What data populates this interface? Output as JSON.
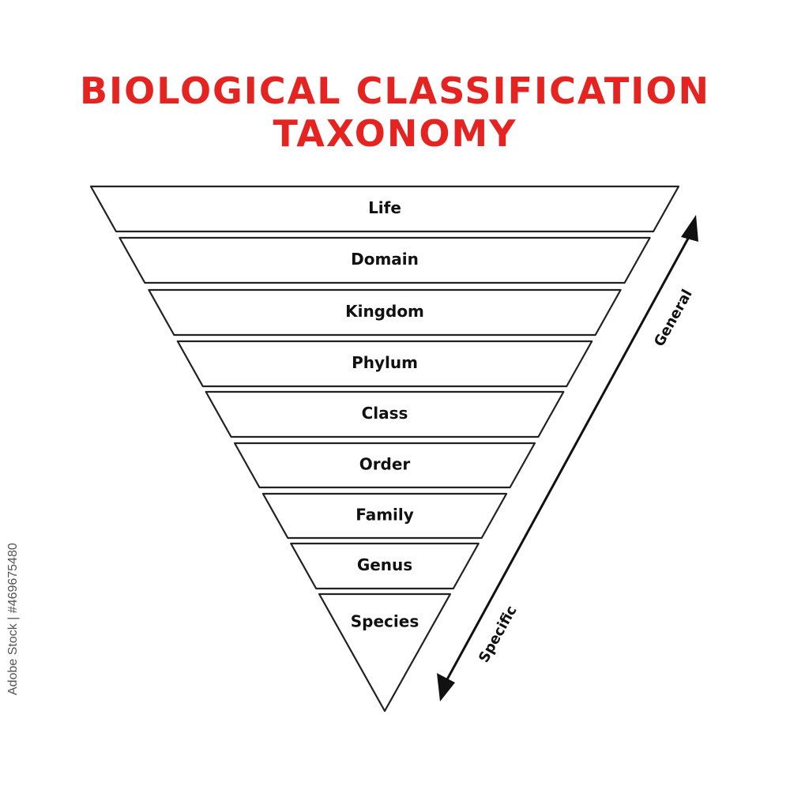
{
  "title": {
    "line1": "BIOLOGICAL CLASSIFICATION",
    "line2": "TAXONOMY"
  },
  "levels": [
    "Life",
    "Domain",
    "Kingdom",
    "Phylum",
    "Class",
    "Order",
    "Family",
    "Genus",
    "Species"
  ],
  "axis": {
    "top_label": "General",
    "bottom_label": "Specific"
  },
  "stock_id": "Adobe Stock | #469675480",
  "colors": {
    "title": "#e52320",
    "outline": "#222222",
    "text": "#111111"
  }
}
